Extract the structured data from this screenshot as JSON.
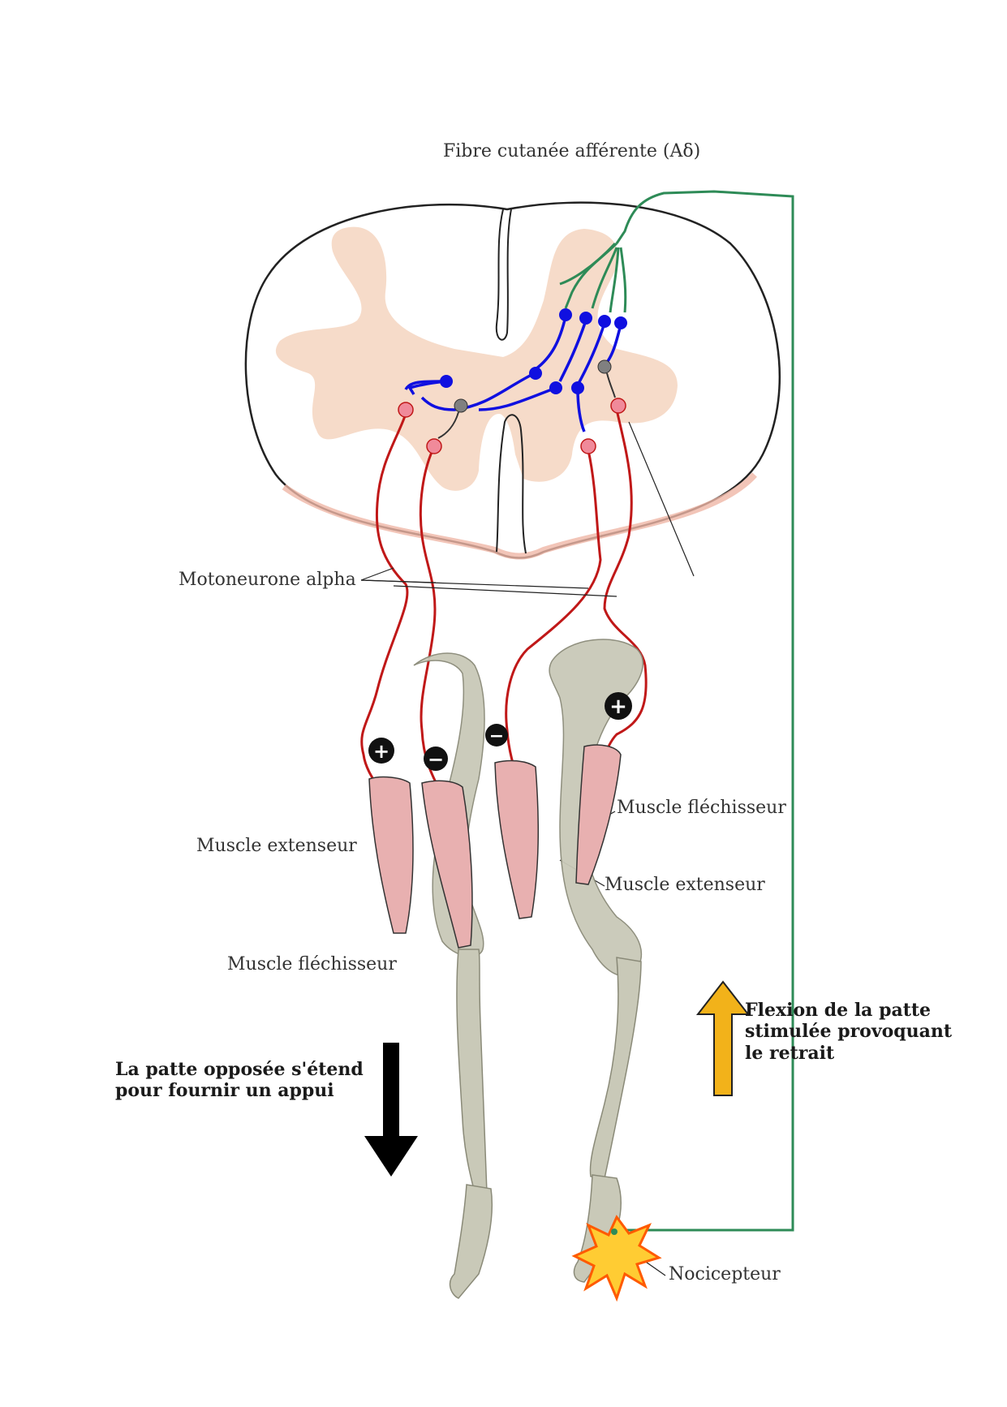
{
  "labels": {
    "afferent_fiber": "Fibre cutanée afférente (Aδ)",
    "motoneuron": "Motoneurone alpha",
    "left_extensor": "Muscle extenseur",
    "left_flexor": "Muscle fléchisseur",
    "right_flexor": "Muscle fléchisseur",
    "right_extensor": "Muscle extenseur",
    "nociceptor": "Nocicepteur"
  },
  "captions": {
    "opposite_leg": [
      "La patte opposée s'étend",
      "pour fournir un appui"
    ],
    "stimulated_leg": [
      "Flexion de la patte",
      "stimulée provoquant",
      "le retrait"
    ]
  },
  "signs": {
    "left_extensor": "+",
    "left_flexor": "−",
    "right_extensor": "−",
    "right_flexor": "+"
  },
  "colors": {
    "afferent": "#2e8b57",
    "interneuron_excitatory": "#1010e0",
    "interneuron_inhibitory": "#808080",
    "motoneuron": "#c01818",
    "grey_matter": "#f6d9c6",
    "muscle": "#e8b0b0",
    "bone": "#c9c9b8",
    "arrow_down": "#000000",
    "arrow_up": "#f2b21a"
  }
}
